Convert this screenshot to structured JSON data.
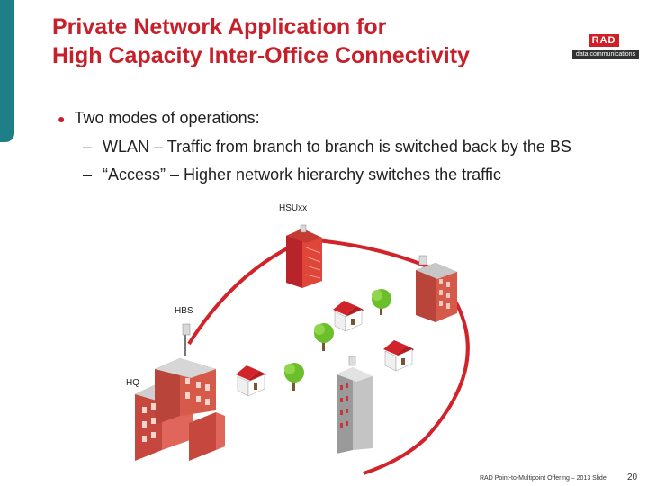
{
  "header": {
    "title_line1": "Private Network Application for",
    "title_line2": "High Capacity Inter-Office Connectivity",
    "accent_color": "#c8202a",
    "sidebar_color": "#1f7f86"
  },
  "logo": {
    "brand": "RAD",
    "tagline": "data communications"
  },
  "content": {
    "bullet": "Two modes of operations:",
    "sub_items": [
      "WLAN – Traffic from branch to branch is switched back by the BS",
      "“Access” – Higher network hierarchy switches the traffic"
    ]
  },
  "diagram": {
    "labels": {
      "hsu": "HSUxx",
      "hbs": "HBS",
      "hq": "HQ"
    },
    "link_color": "#d2232a"
  },
  "footer": {
    "text": "RAD Point-to-Multipoint Offering – 2013 Slide",
    "page": "20"
  }
}
